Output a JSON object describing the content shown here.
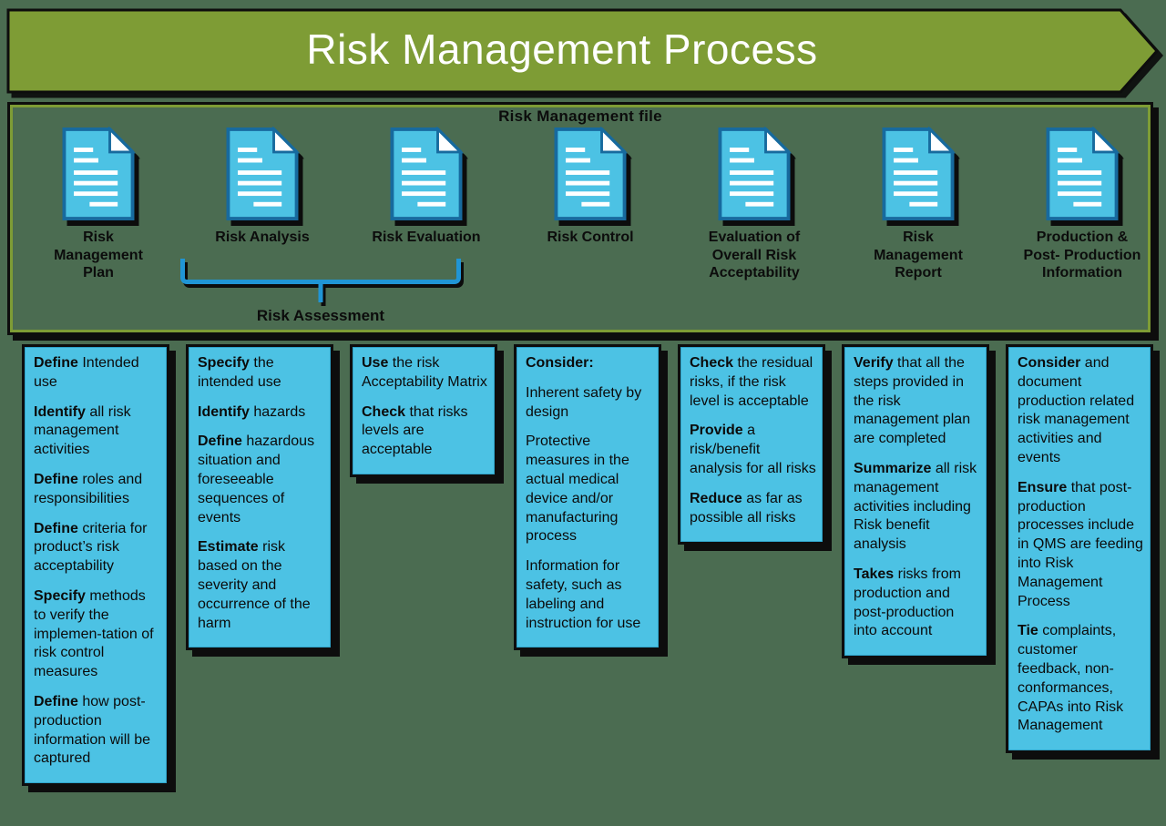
{
  "colors": {
    "background": "#4b6c51",
    "banner_green": "#7e9c35",
    "box_blue": "#4cc2e4",
    "doc_border_blue": "#176a9e",
    "bracket_blue": "#2095d5",
    "outline_black": "#0d0d0d"
  },
  "banner": {
    "title": "Risk Management Process"
  },
  "file_box": {
    "title": "Risk Management file"
  },
  "stages": [
    {
      "label": "Risk Management Plan"
    },
    {
      "label": "Risk Analysis"
    },
    {
      "label": "Risk Evaluation"
    },
    {
      "label": "Risk Control"
    },
    {
      "label": "Evaluation of Overall Risk Acceptability"
    },
    {
      "label": "Risk Management Report"
    },
    {
      "label": "Production & Post- Production Information"
    }
  ],
  "bracket": {
    "label": "Risk Assessment"
  },
  "columns": [
    {
      "items": [
        {
          "lead": "Define",
          "text": "Intended use"
        },
        {
          "lead": "Identify",
          "text": "all risk management activities"
        },
        {
          "lead": "Define",
          "text": "roles and responsibilities"
        },
        {
          "lead": "Define",
          "text": "criteria for product’s risk acceptability"
        },
        {
          "lead": "Specify",
          "text": "methods to verify the implemen-tation of risk control measures"
        },
        {
          "lead": "Define",
          "text": "how post-production information will be captured"
        }
      ]
    },
    {
      "items": [
        {
          "lead": "Specify",
          "text": "the intended use"
        },
        {
          "lead": "Identify",
          "text": "hazards"
        },
        {
          "lead": "Define",
          "text": "hazardous situation and foreseeable sequences of events"
        },
        {
          "lead": "Estimate",
          "text": "risk based on the severity and occurrence of the harm"
        }
      ]
    },
    {
      "items": [
        {
          "lead": "Use",
          "text": "the risk Acceptability Matrix"
        },
        {
          "lead": "Check",
          "text": "that risks levels are acceptable"
        }
      ]
    },
    {
      "items": [
        {
          "lead": "Consider:",
          "text": ""
        },
        {
          "lead": "",
          "text": "Inherent safety by design"
        },
        {
          "lead": "",
          "text": "Protective measures in the actual medical device and/or manufacturing process"
        },
        {
          "lead": "",
          "text": "Information for safety, such as labeling and instruction for use"
        }
      ]
    },
    {
      "items": [
        {
          "lead": "Check",
          "text": "the residual risks, if the risk level is acceptable"
        },
        {
          "lead": "Provide",
          "text": "a risk/benefit analysis for all risks"
        },
        {
          "lead": "Reduce",
          "text": "as far as possible all risks"
        }
      ]
    },
    {
      "items": [
        {
          "lead": "Verify",
          "text": "that all the steps provided in the risk management plan are completed"
        },
        {
          "lead": "Summarize",
          "text": "all risk management activities including Risk benefit analysis"
        },
        {
          "lead": "Takes",
          "text": "risks from production and post-production into account"
        }
      ]
    },
    {
      "items": [
        {
          "lead": "Consider",
          "text": "and document production related risk management activities and events"
        },
        {
          "lead": "Ensure",
          "text": "that post-production processes include in QMS are feeding into Risk Management Process"
        },
        {
          "lead": "Tie",
          "text": "complaints, customer feedback, non-conformances, CAPAs into Risk Management"
        }
      ]
    }
  ]
}
